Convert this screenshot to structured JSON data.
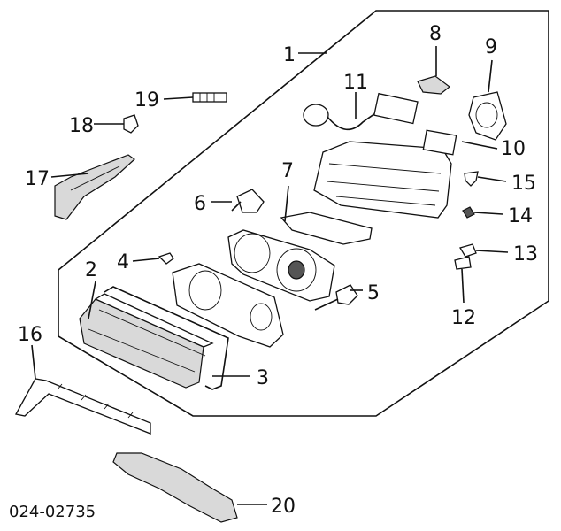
{
  "callouts": [
    {
      "id": "1",
      "text": "1"
    },
    {
      "id": "2",
      "text": "2"
    },
    {
      "id": "3",
      "text": "3"
    },
    {
      "id": "4",
      "text": "4"
    },
    {
      "id": "5",
      "text": "5"
    },
    {
      "id": "6",
      "text": "6"
    },
    {
      "id": "7",
      "text": "7"
    },
    {
      "id": "8",
      "text": "8"
    },
    {
      "id": "9",
      "text": "9"
    },
    {
      "id": "10",
      "text": "10"
    },
    {
      "id": "11",
      "text": "11"
    },
    {
      "id": "12",
      "text": "12"
    },
    {
      "id": "13",
      "text": "13"
    },
    {
      "id": "14",
      "text": "14"
    },
    {
      "id": "15",
      "text": "15"
    },
    {
      "id": "16",
      "text": "16"
    },
    {
      "id": "17",
      "text": "17"
    },
    {
      "id": "18",
      "text": "18"
    },
    {
      "id": "19",
      "text": "19"
    },
    {
      "id": "20",
      "text": "20"
    }
  ],
  "diagram_code": "024-02735"
}
